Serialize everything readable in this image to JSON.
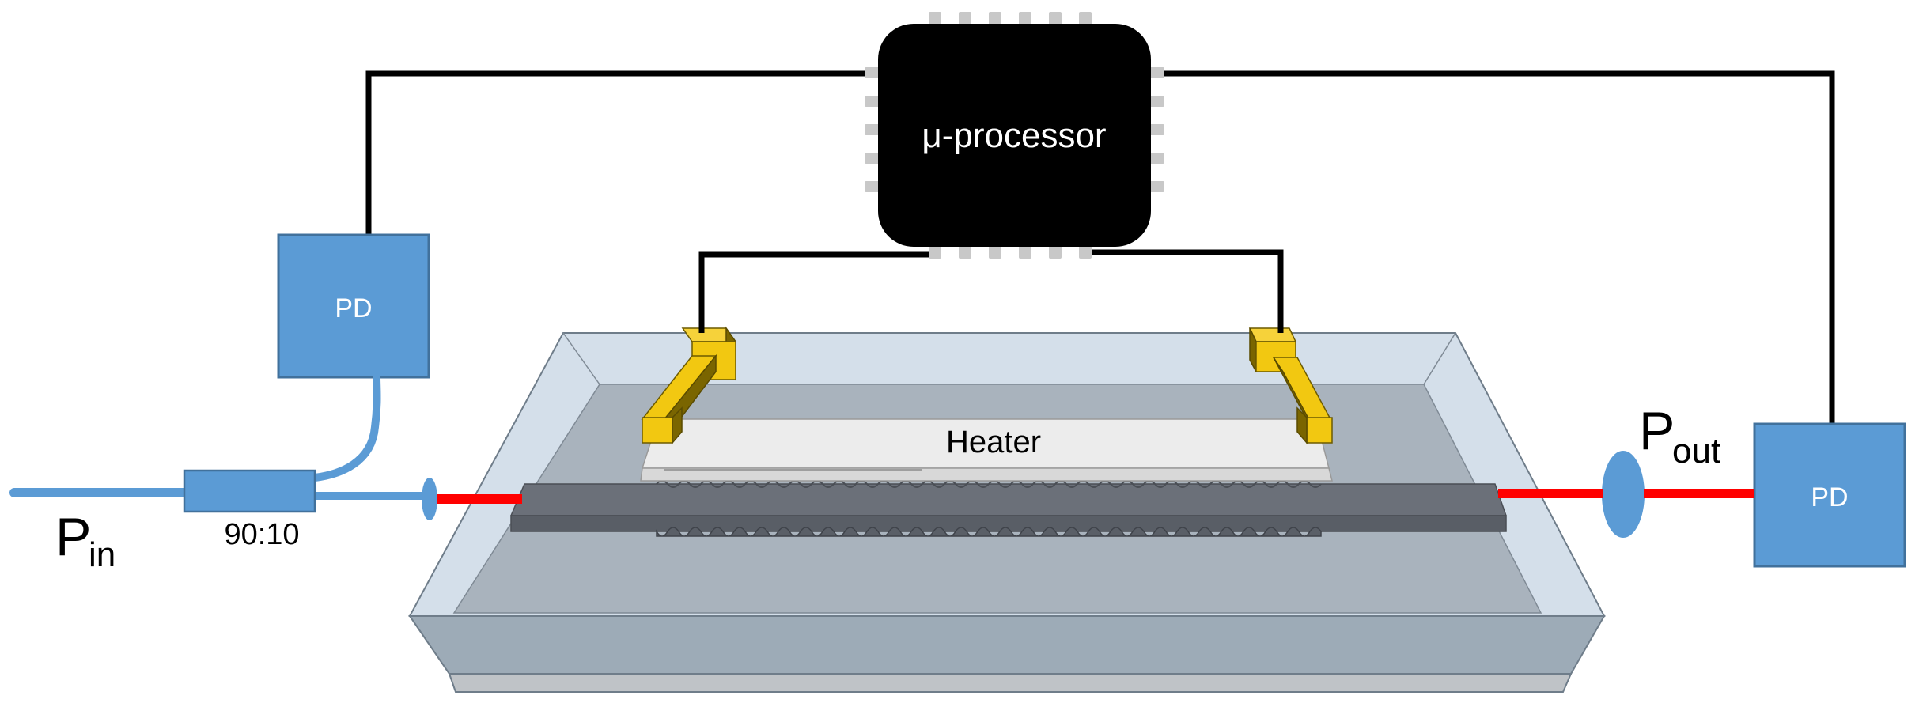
{
  "labels": {
    "processor": "μ-processor",
    "heater": "Heater",
    "pd_left": "PD",
    "pd_right": "PD",
    "coupler_ratio": "90:10",
    "p_in_main": "P",
    "p_in_sub": "in",
    "p_out_main": "P",
    "p_out_sub": "out"
  },
  "colors": {
    "fiber": "#5b9bd5",
    "pd_fill": "#5b9bd5",
    "laser": "#ff0000",
    "chip": "#000000",
    "pins": "#c8c8c8",
    "wire": "#000000",
    "electrode": "#f2c811",
    "electrode_dark": "#7a6500",
    "heater_fill": "#ececec",
    "waveguide": "#6b7079",
    "substrate_top": "#d4dfea",
    "substrate_inner": "#a8b2bc",
    "substrate_front": "#9eacb8"
  }
}
